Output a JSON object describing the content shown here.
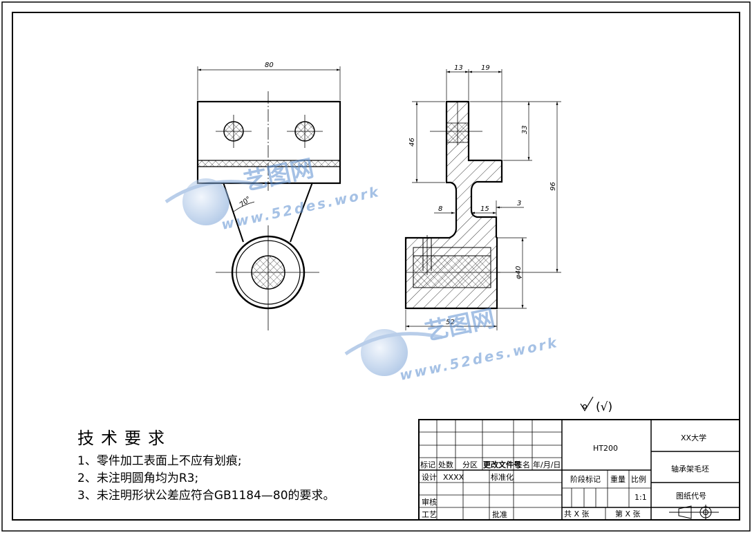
{
  "drawing": {
    "dims": {
      "d80": "80",
      "d13": "13",
      "d19": "19",
      "d46": "46",
      "d33": "33",
      "d96": "96",
      "d8": "8",
      "d15": "15",
      "d3": "3",
      "d40": "φ40",
      "d52": "52",
      "d70": "70°"
    },
    "roughness": "(√)"
  },
  "watermark": {
    "brand": "艺图网",
    "url": "www.52des.work"
  },
  "notes": {
    "title": "技术要求",
    "lines": [
      "1、零件加工表面上不应有划痕;",
      "2、未注明圆角均为R3;",
      "3、未注明形状公差应符合GB1184—80的要求。"
    ]
  },
  "title_block": {
    "labels": {
      "mark": "标记",
      "count": "处数",
      "zone": "分区",
      "change_doc": "更改文件号",
      "sign": "签名",
      "date": "年/月/日",
      "design": "设计",
      "design_name": "XXXX",
      "standardize": "标准化",
      "review": "审核",
      "process": "工艺",
      "approve": "批准",
      "stage_mark": "阶段标记",
      "weight": "重量",
      "scale": "比例",
      "total_sheets": "共 X 张",
      "sheet_no": "第 X 张"
    },
    "material": "HT200",
    "scale_value": "1:1",
    "organization": "XX大学",
    "part_name": "轴承架毛坯",
    "drawing_code": "图纸代号"
  }
}
